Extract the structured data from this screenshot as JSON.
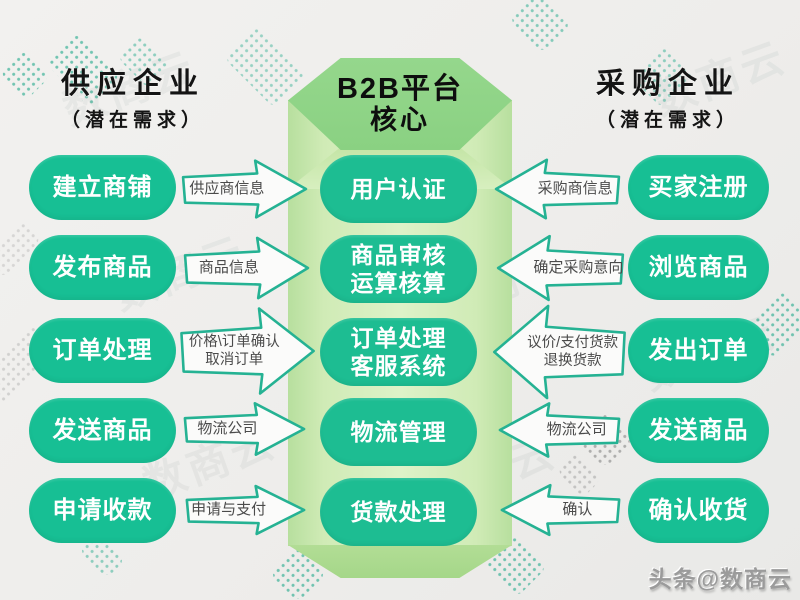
{
  "supply": {
    "title": "供应企业",
    "subtitle": "（潜在需求）",
    "items": [
      "建立商铺",
      "发布商品",
      "订单处理",
      "发送商品",
      "申请收款"
    ]
  },
  "platform": {
    "title": {
      "line1": "B2B平台",
      "line2": "核心"
    },
    "items": [
      {
        "lines": [
          "用户认证"
        ]
      },
      {
        "lines": [
          "商品审核",
          "运算核算"
        ]
      },
      {
        "lines": [
          "订单处理",
          "客服系统"
        ]
      },
      {
        "lines": [
          "物流管理"
        ]
      },
      {
        "lines": [
          "货款处理"
        ]
      }
    ]
  },
  "buyer": {
    "title": "采购企业",
    "subtitle": "（潜在需求）",
    "items": [
      "买家注册",
      "浏览商品",
      "发出订单",
      "发送商品",
      "确认收货"
    ]
  },
  "flows": {
    "supply_to_platform": [
      {
        "lines": [
          "供应商信息"
        ]
      },
      {
        "lines": [
          "商品信息"
        ]
      },
      {
        "lines": [
          "价格\\订单确认",
          "取消订单"
        ]
      },
      {
        "lines": [
          "物流公司"
        ]
      },
      {
        "lines": [
          "申请与支付"
        ]
      }
    ],
    "buyer_to_platform": [
      {
        "lines": [
          "采购商信息"
        ]
      },
      {
        "lines": [
          "确定采购意向"
        ]
      },
      {
        "lines": [
          "议价/支付货款",
          "退换货款"
        ]
      },
      {
        "lines": [
          "物流公司"
        ]
      },
      {
        "lines": [
          "确认"
        ]
      }
    ]
  },
  "branding": {
    "credit": "头条@数商云",
    "watermark": "数商云"
  },
  "colors": {
    "pill_green": "#17bf94",
    "hexagon_green": "#90d487",
    "column_light_green": "#d8efc0",
    "arrow_outline": "#25b293",
    "background": "#f0efed"
  }
}
